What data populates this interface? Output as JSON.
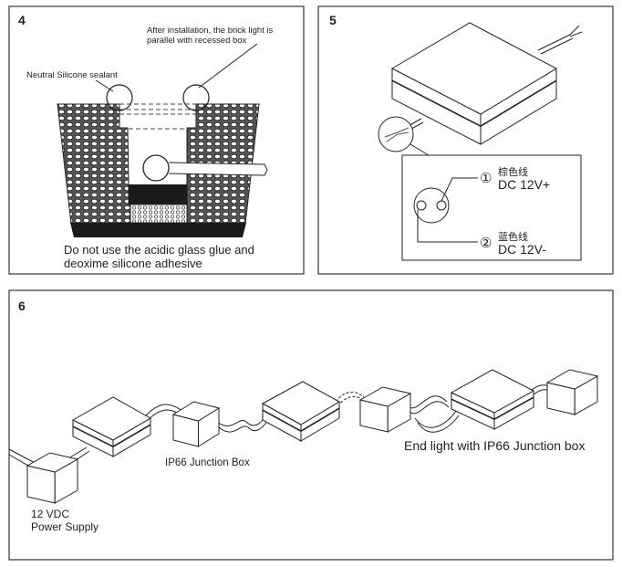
{
  "panels": [
    {
      "number": "4",
      "callout_top": [
        "After installation, the brick light is",
        "parallel with recessed box"
      ],
      "callout_left": "Neutral Silicone sealant",
      "warning": [
        "Do not use the acidic glass glue and",
        "deoxime silicone adhesive"
      ]
    },
    {
      "number": "5",
      "wire1": {
        "index": "①",
        "color_label": "棕色线",
        "voltage": "DC 12V+"
      },
      "wire2": {
        "index": "②",
        "color_label": "蓝色线",
        "voltage": "DC 12V-"
      }
    },
    {
      "number": "6",
      "junction_label": "IP66 Junction Box",
      "end_label": "End light with IP66 Junction box",
      "power_label": [
        "12 VDC",
        "Power Supply"
      ]
    }
  ],
  "colors": {
    "line": "#222222",
    "fill_dark": "#1a1a1a",
    "border": "#444444"
  }
}
